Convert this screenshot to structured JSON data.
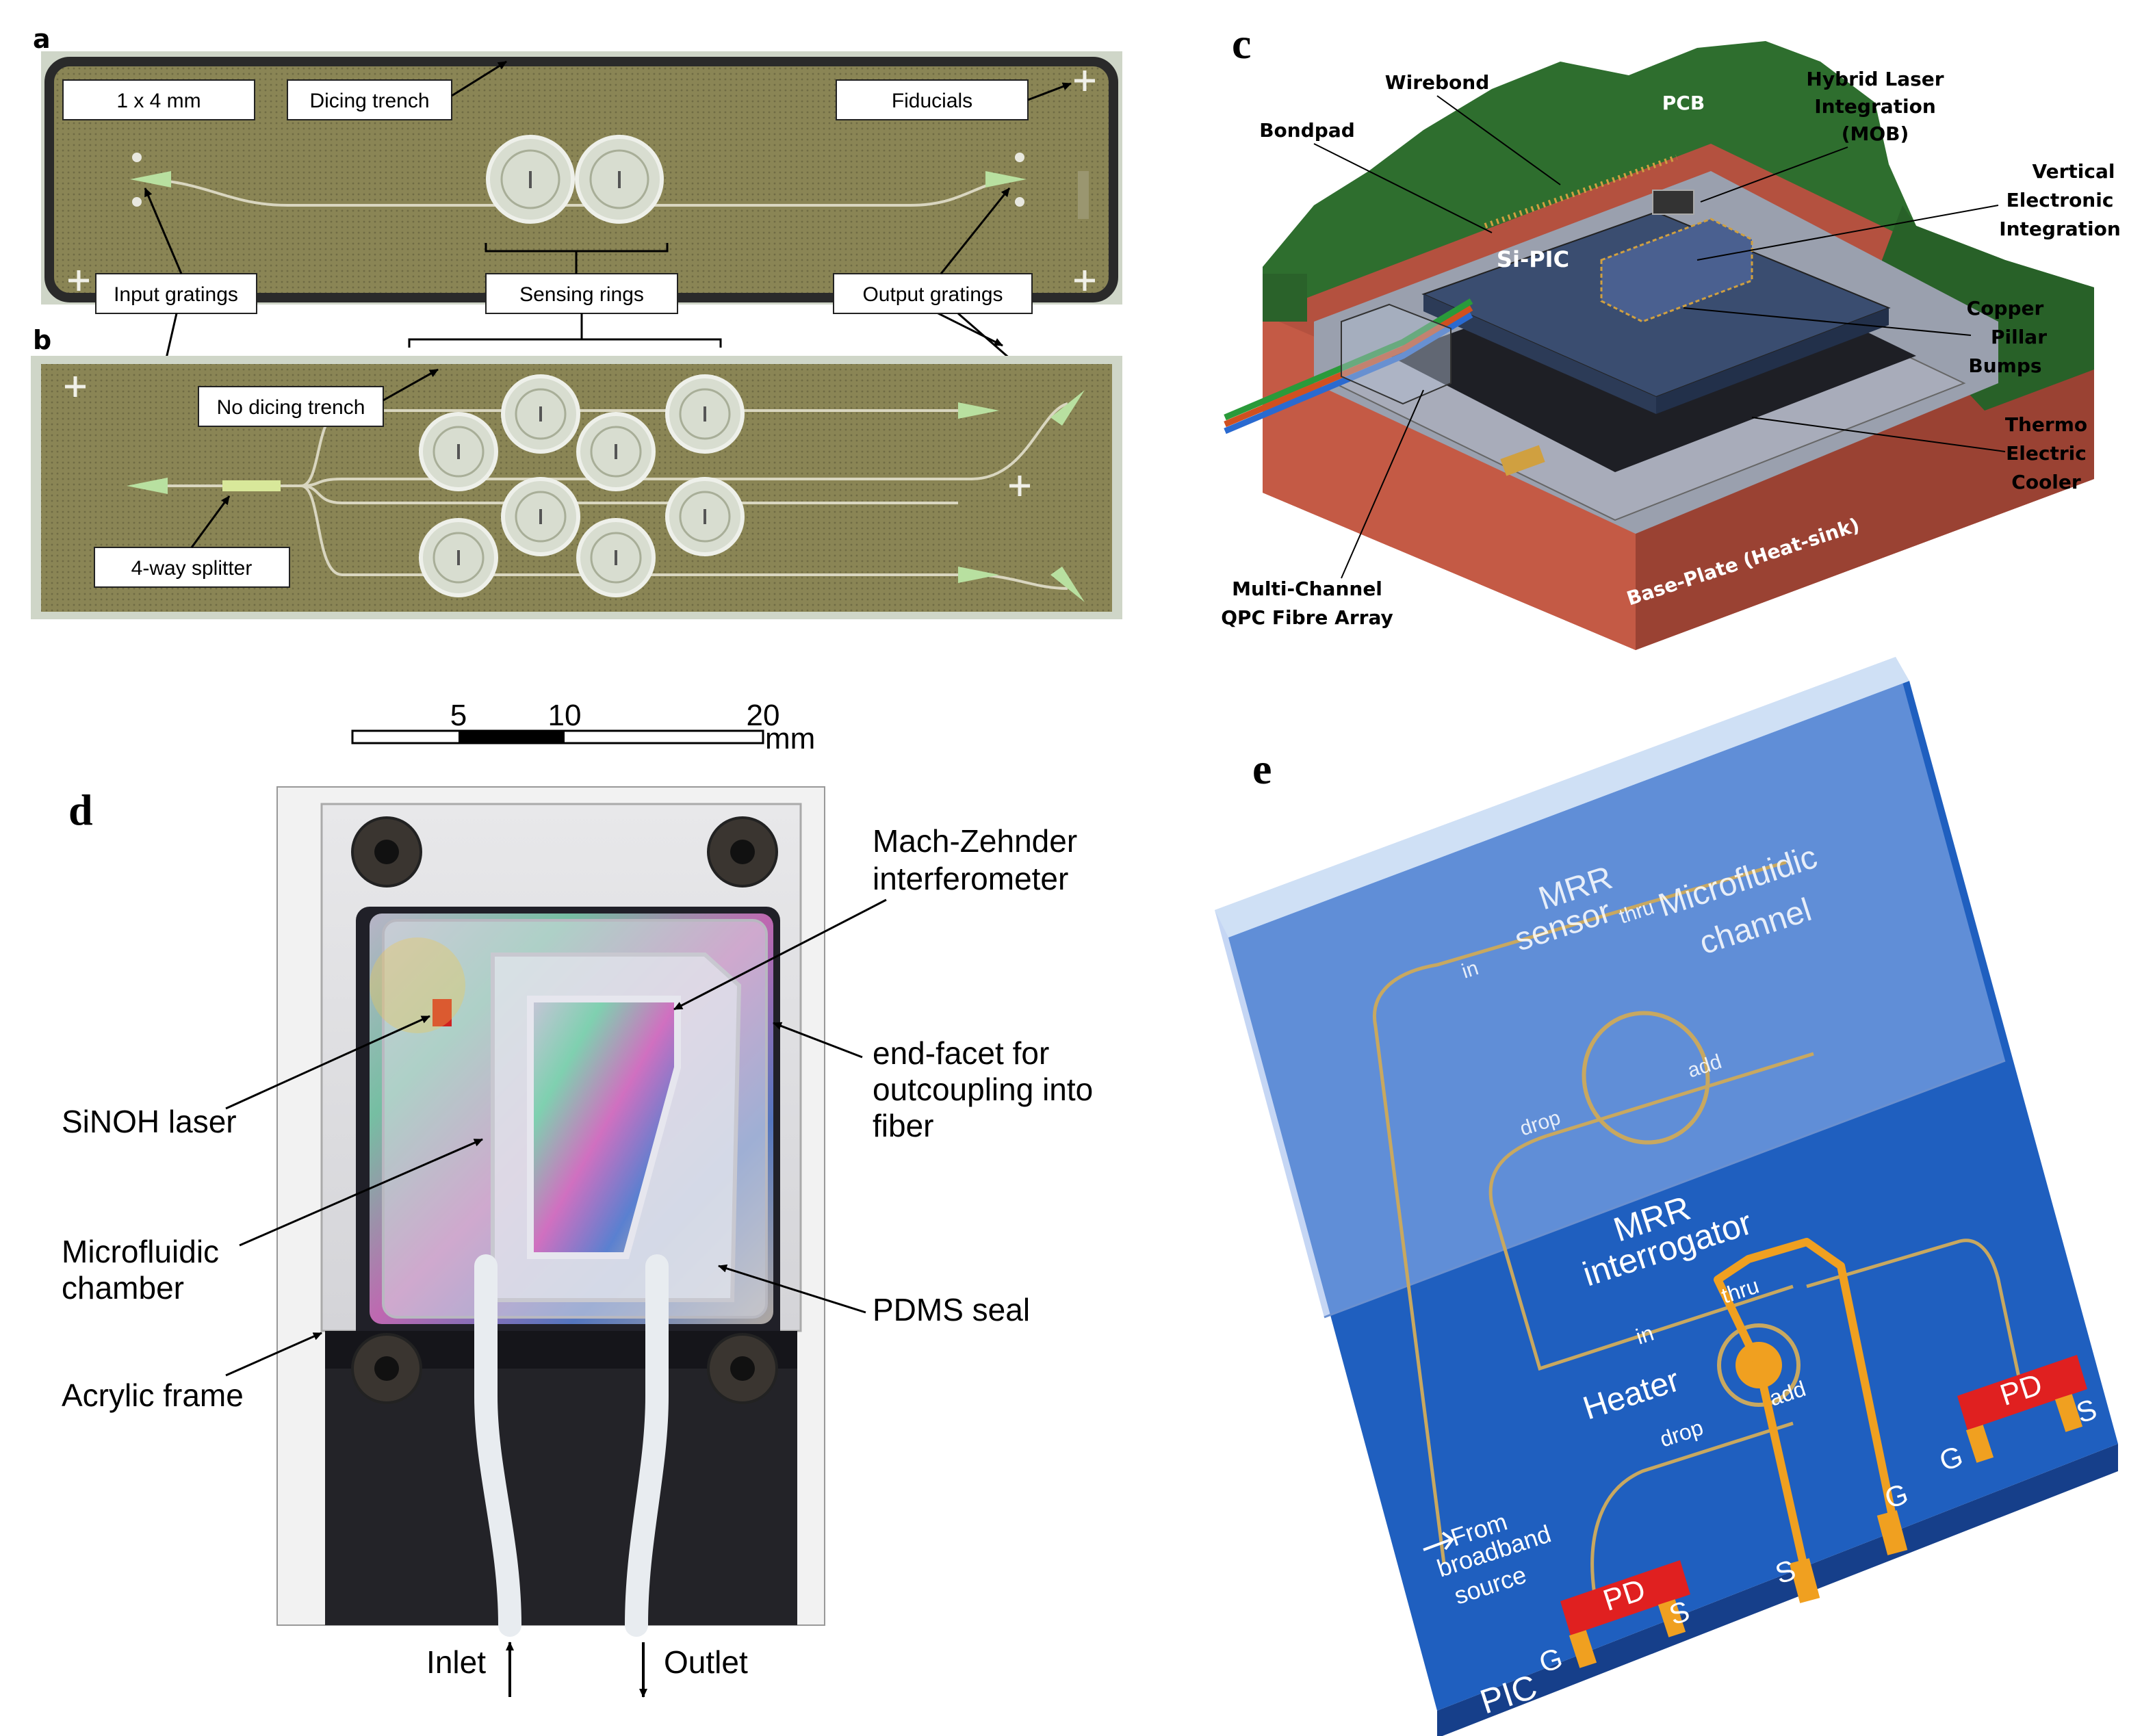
{
  "panel_a": {
    "letter": "a",
    "labels": {
      "size": "1 x 4 mm",
      "dicing_trench": "Dicing trench",
      "fiducials": "Fiducials",
      "input_gratings": "Input gratings",
      "sensing_rings": "Sensing rings",
      "output_gratings": "Output gratings"
    }
  },
  "panel_b": {
    "letter": "b",
    "labels": {
      "no_dicing_trench": "No dicing trench",
      "splitter": "4-way splitter"
    }
  },
  "panel_c": {
    "letter": "c",
    "labels": {
      "wirebond": "Wirebond",
      "pcb": "PCB",
      "hybrid_laser": [
        "Hybrid Laser",
        "Integration",
        "(MOB)"
      ],
      "bondpad": "Bondpad",
      "vertical": [
        "Vertical",
        "Electronic",
        "Integration"
      ],
      "si_pic": "Si-PIC",
      "copper": [
        "Copper",
        "Pillar",
        "Bumps"
      ],
      "thermo": [
        "Thermo",
        "Electric",
        "Cooler"
      ],
      "base_plate": "Base-Plate (Heat-sink)",
      "fibre_array": [
        "Multi-Channel",
        "QPC Fibre Array"
      ]
    }
  },
  "panel_d": {
    "letter": "d",
    "scale": {
      "ticks": [
        "5",
        "10",
        "20"
      ],
      "unit": "mm"
    },
    "labels": {
      "mzi": [
        "Mach-Zehnder",
        "interferometer"
      ],
      "end_facet": [
        "end-facet for",
        "outcoupling into",
        "fiber"
      ],
      "laser": "SiNOH laser",
      "chamber": [
        "Microfluidic",
        "chamber"
      ],
      "pdms": "PDMS seal",
      "frame": "Acrylic frame",
      "inlet": "Inlet",
      "outlet": "Outlet"
    }
  },
  "panel_e": {
    "letter": "e",
    "labels": {
      "mrr": "MRR",
      "sensor": "sensor",
      "microfluidic": "Microfluidic",
      "channel": "channel",
      "in": "in",
      "thru": "thru",
      "add": "add",
      "drop": "drop",
      "interrogator": "interrogator",
      "heater": "Heater",
      "pd": "PD",
      "g": "G",
      "s": "S",
      "from": "From",
      "broadband": "broadband",
      "source": "source",
      "pic": "PIC"
    }
  },
  "colors": {
    "chip": "#8a8555",
    "pcb_green": "#2e6e2e",
    "base_red": "#a64a3a",
    "pic_blue": "#1f5fbf",
    "gold": "#e8a020",
    "pd_red": "#e02020"
  }
}
